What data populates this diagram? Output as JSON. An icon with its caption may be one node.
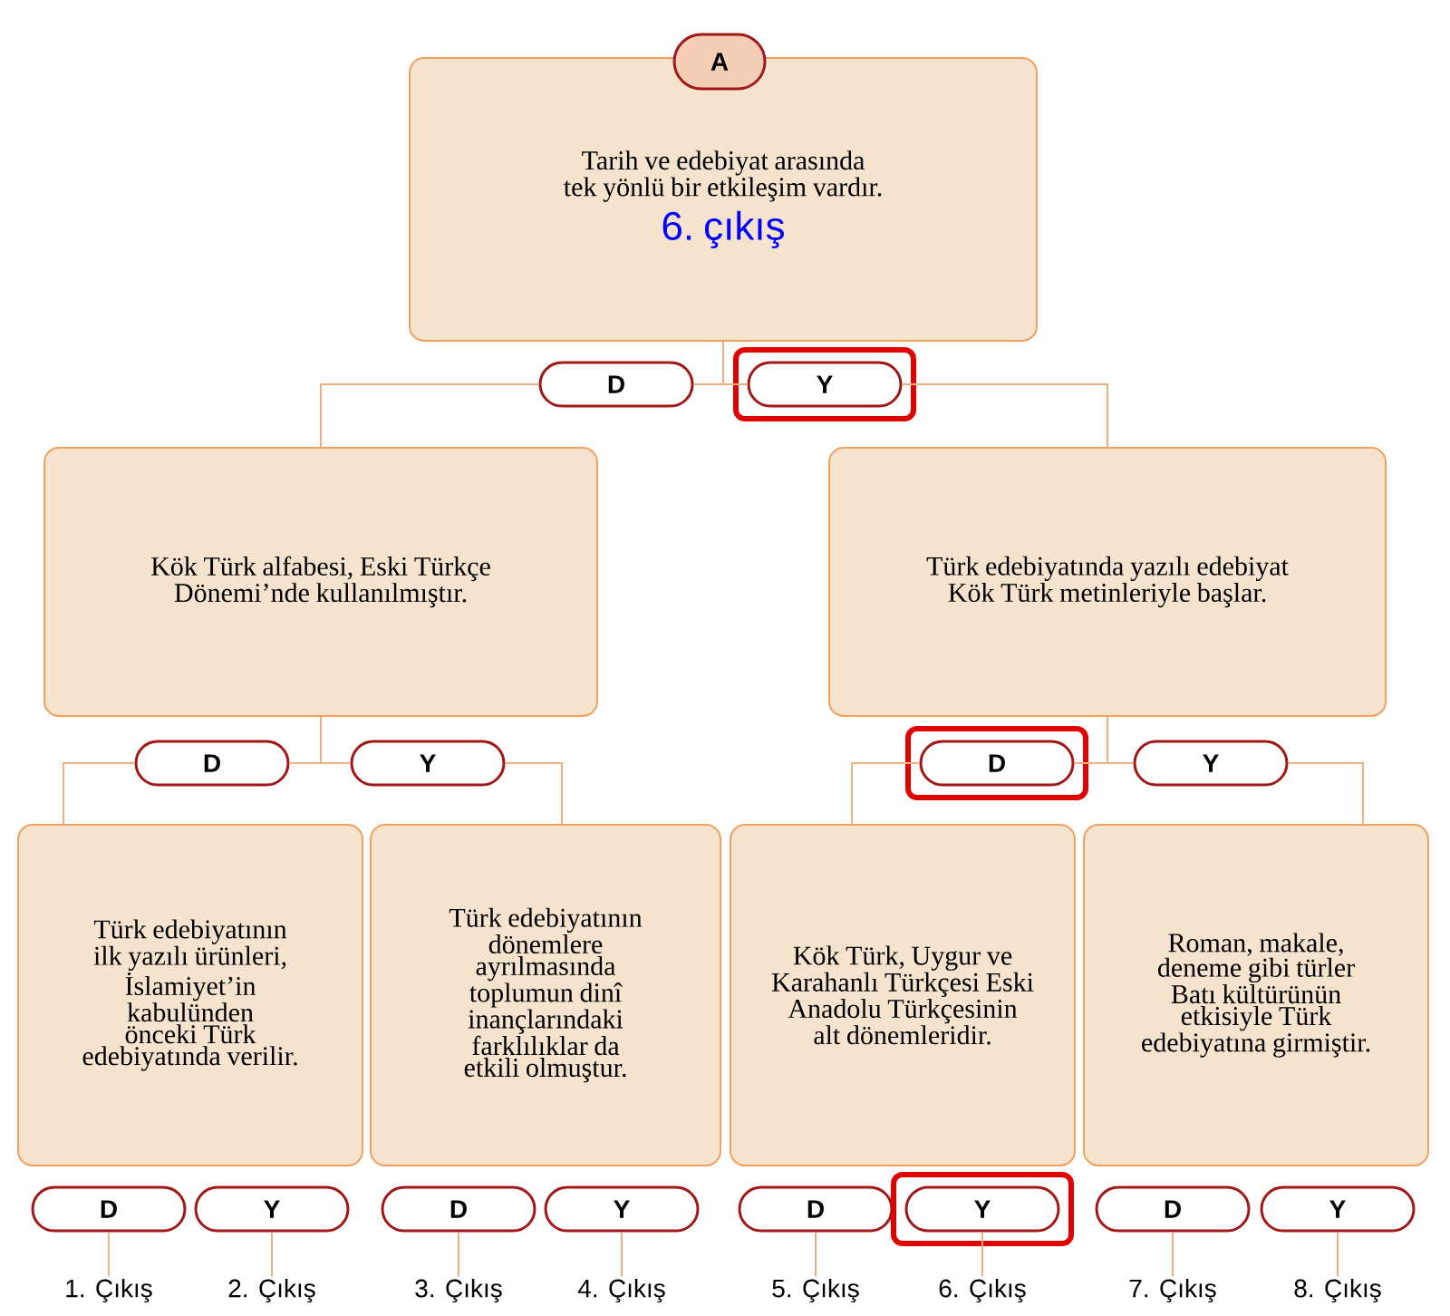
{
  "diagram": {
    "nodes": [
      {
        "text": [
          "A"
        ]
      },
      {
        "text": [
          "Tarih ve edebiyat arasında tek yönlü bir etkileşim vardır.",
          "6. çıkış"
        ]
      },
      {
        "text": [
          "D"
        ]
      },
      {
        "text": [
          "Y"
        ]
      },
      {
        "text": [
          "Kök Türk alfabesi, Eski Türkçe Dönemi’nde kullanılmıştır."
        ]
      },
      {
        "text": [
          "Türk edebiyatında yazılı edebiyat Kök Türk metinleriyle başlar."
        ]
      },
      {
        "text": [
          "D"
        ]
      },
      {
        "text": [
          "Y"
        ]
      },
      {
        "text": [
          "D"
        ]
      },
      {
        "text": [
          "Y"
        ]
      },
      {
        "text": [
          "Türk edebiyatının ilk yazılı ürünleri, İslamiyet’in kabulünden önceki Türk edebiyatında verilir."
        ]
      },
      {
        "text": [
          "Türk edebiyatının dönemlere ayrılmasında toplumun dinî inançlarındaki farklılıklar da etkili olmuştur."
        ]
      },
      {
        "text": [
          "Kök Türk, Uygur ve Karahanlı Türkçesi Eski Anadolu Türkçesinin alt dönemleridir."
        ]
      },
      {
        "text": [
          "Roman, makale, deneme gibi türler Batı kültürünün etkisiyle Türk edebiyatına girmiştir."
        ]
      },
      {
        "text": [
          "D"
        ]
      },
      {
        "text": [
          "Y"
        ]
      },
      {
        "text": [
          "D"
        ]
      },
      {
        "text": [
          "Y"
        ]
      },
      {
        "text": [
          "D"
        ]
      },
      {
        "text": [
          "Y"
        ]
      },
      {
        "text": [
          "D"
        ]
      },
      {
        "text": [
          "Y"
        ]
      },
      {
        "text": [
          "1. Çıkış"
        ]
      },
      {
        "text": [
          "2. Çıkış"
        ]
      },
      {
        "text": [
          "3. Çıkış"
        ]
      },
      {
        "text": [
          "4. Çıkış"
        ]
      },
      {
        "text": [
          "5. Çıkış"
        ]
      },
      {
        "text": [
          "6. Çıkış"
        ]
      },
      {
        "text": [
          "7. Çıkış"
        ]
      },
      {
        "text": [
          "8. Çıkış"
        ]
      }
    ],
    "edges": [
      {
        "from": 1,
        "to": 2,
        "arrow": "none"
      },
      {
        "from": 1,
        "to": 3,
        "arrow": "none"
      },
      {
        "from": 2,
        "to": 4,
        "arrow": "none"
      },
      {
        "from": 3,
        "to": 5,
        "arrow": "none"
      },
      {
        "from": 4,
        "to": 6,
        "arrow": "none"
      },
      {
        "from": 4,
        "to": 7,
        "arrow": "none"
      },
      {
        "from": 5,
        "to": 8,
        "arrow": "none"
      },
      {
        "from": 5,
        "to": 9,
        "arrow": "none"
      },
      {
        "from": 6,
        "to": 10,
        "arrow": "none"
      },
      {
        "from": 7,
        "to": 11,
        "arrow": "none"
      },
      {
        "from": 8,
        "to": 12,
        "arrow": "none"
      },
      {
        "from": 9,
        "to": 13,
        "arrow": "none"
      },
      {
        "from": 14,
        "to": 22,
        "arrow": "none"
      },
      {
        "from": 15,
        "to": 23,
        "arrow": "none"
      },
      {
        "from": 16,
        "to": 24,
        "arrow": "none"
      },
      {
        "from": 17,
        "to": 25,
        "arrow": "none"
      },
      {
        "from": 18,
        "to": 26,
        "arrow": "none"
      },
      {
        "from": 19,
        "to": 27,
        "arrow": "none"
      },
      {
        "from": 20,
        "to": 28,
        "arrow": "none"
      },
      {
        "from": 21,
        "to": 29,
        "arrow": "none"
      }
    ]
  }
}
